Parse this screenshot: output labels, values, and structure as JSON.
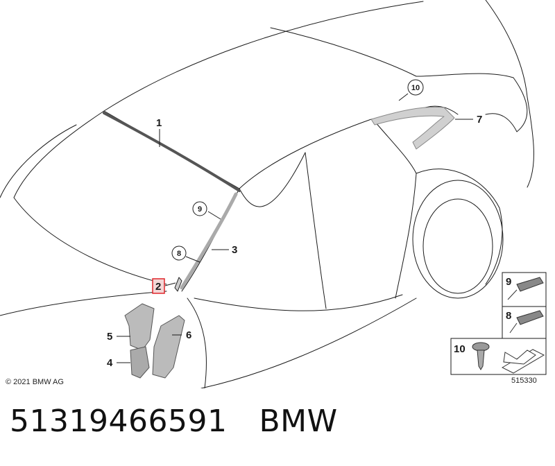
{
  "diagram": {
    "callouts": {
      "c1": "1",
      "c2": "2",
      "c3": "3",
      "c4": "4",
      "c5": "5",
      "c6": "6",
      "c7": "7",
      "c8": "8",
      "c9": "9",
      "c10": "10"
    },
    "copyright": "© 2021 BMW AG",
    "ref_number": "515330",
    "inset": {
      "i9": "9",
      "i8": "8",
      "i10": "10"
    },
    "highlight_color": "#e0262b"
  },
  "footer": {
    "part_number": "51319466591",
    "brand": "BMW"
  }
}
